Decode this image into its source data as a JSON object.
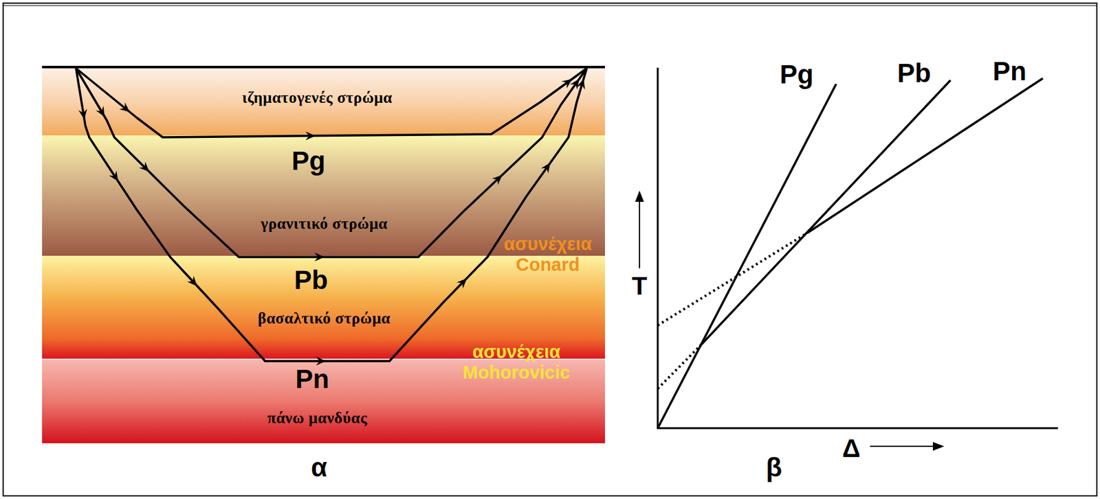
{
  "diagram": {
    "nodes": [
      {
        "text": [
          "ιζηματογενές στρώμα"
        ]
      },
      {
        "text": [
          "γρανιτικό στρώμα"
        ]
      },
      {
        "text": [
          "βασαλτικό στρώμα"
        ]
      },
      {
        "text": [
          "πάνω μανδύας"
        ]
      }
    ],
    "labels": [
      "Pg",
      "Pb",
      "Pn",
      "ασυνέχεια Conard",
      "ασυνέχεια Mohorovicic",
      "α",
      "Pg",
      "Pb",
      "Pn",
      "T",
      "Δ",
      "β"
    ]
  }
}
